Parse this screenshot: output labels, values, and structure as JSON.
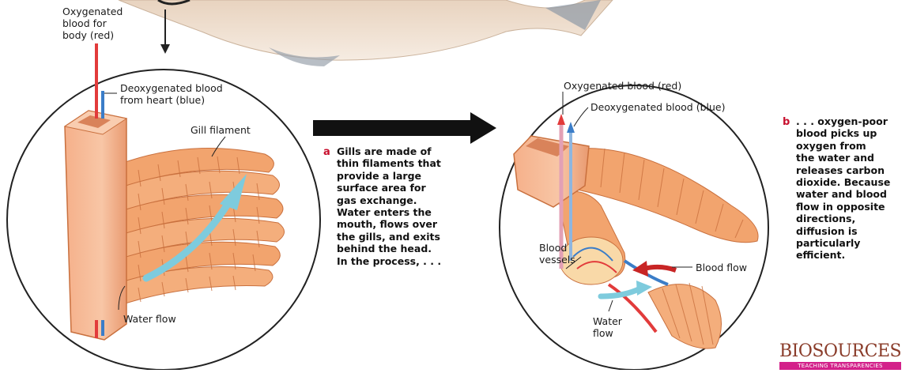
{
  "colors": {
    "oxygenated": "#e23b3b",
    "deoxygenated": "#3b7dc8",
    "gill": "#f2a46e",
    "gill_dark": "#c9703e",
    "water_arrow": "#7ecbdd",
    "accent_letter": "#c8102e",
    "logo_bar": "#d3218a"
  },
  "left_panel": {
    "label_oxygenated": "Oxygenated\nblood for\nbody (red)",
    "label_deoxygenated": "Deoxygenated blood\nfrom heart (blue)",
    "label_gill_filament": "Gill filament",
    "label_water_flow": "Water flow"
  },
  "caption_a": {
    "letter": "a",
    "text": "Gills are made of\nthin filaments that\nprovide a large\nsurface area for\ngas exchange.\nWater enters the\nmouth, flows over\nthe gills, and exits\nbehind the head.\nIn the process, . . ."
  },
  "right_panel": {
    "label_oxygenated": "Oxygenated blood (red)",
    "label_deoxygenated": "Deoxygenated blood (blue)",
    "label_blood_vessels": "Blood\nvessels",
    "label_blood_flow": "Blood flow",
    "label_water_flow": "Water\nflow"
  },
  "caption_b": {
    "letter": "b",
    "text": ". . . oxygen-poor\nblood picks up\noxygen from\nthe water and\nreleases carbon\ndioxide. Because\nwater and blood\nflow in opposite\ndirections,\ndiffusion is\nparticularly\nefficient."
  },
  "logo": {
    "word": "BIOSOURCES",
    "tagline": "TEACHING TRANSPARENCIES"
  }
}
